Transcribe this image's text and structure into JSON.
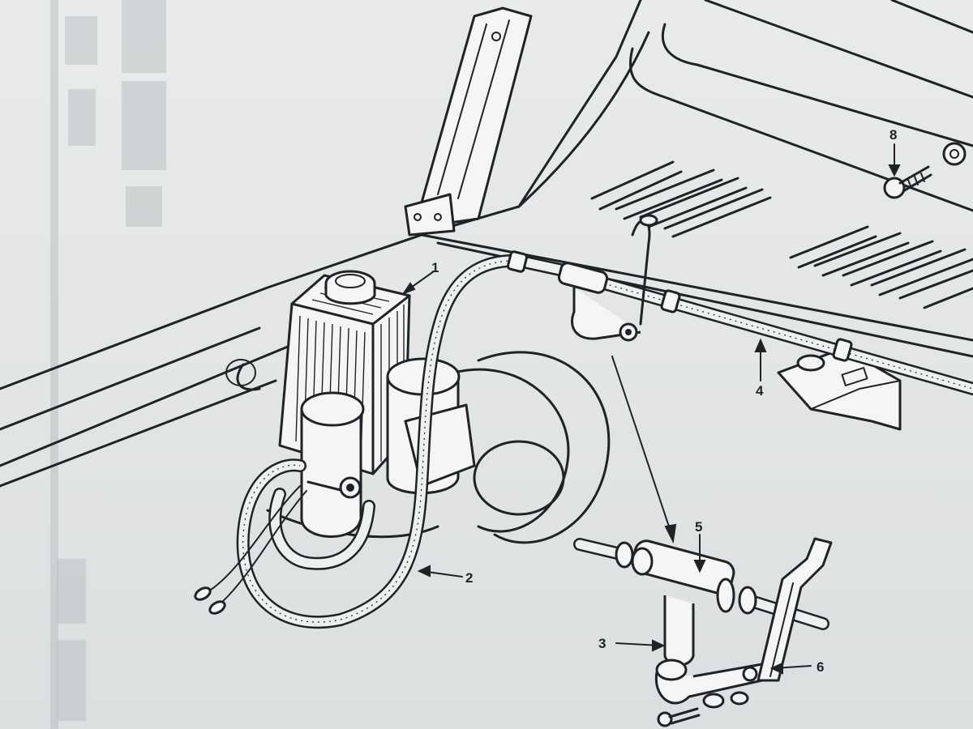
{
  "callouts": [
    {
      "id": "1",
      "label": "1"
    },
    {
      "id": "2",
      "label": "2"
    },
    {
      "id": "3",
      "label": "3"
    },
    {
      "id": "4",
      "label": "4"
    },
    {
      "id": "5",
      "label": "5"
    },
    {
      "id": "6",
      "label": "6"
    },
    {
      "id": "8",
      "label": "8"
    }
  ],
  "colors": {
    "ink": "#1f2327",
    "paper": "#e4e7e6",
    "bleed_through": "#b9c1c4"
  },
  "icons": [
    "washer-reservoir",
    "reservoir-cap",
    "hose",
    "t-connector",
    "jet-nozzle",
    "bolt",
    "nut",
    "wiper-arm"
  ]
}
